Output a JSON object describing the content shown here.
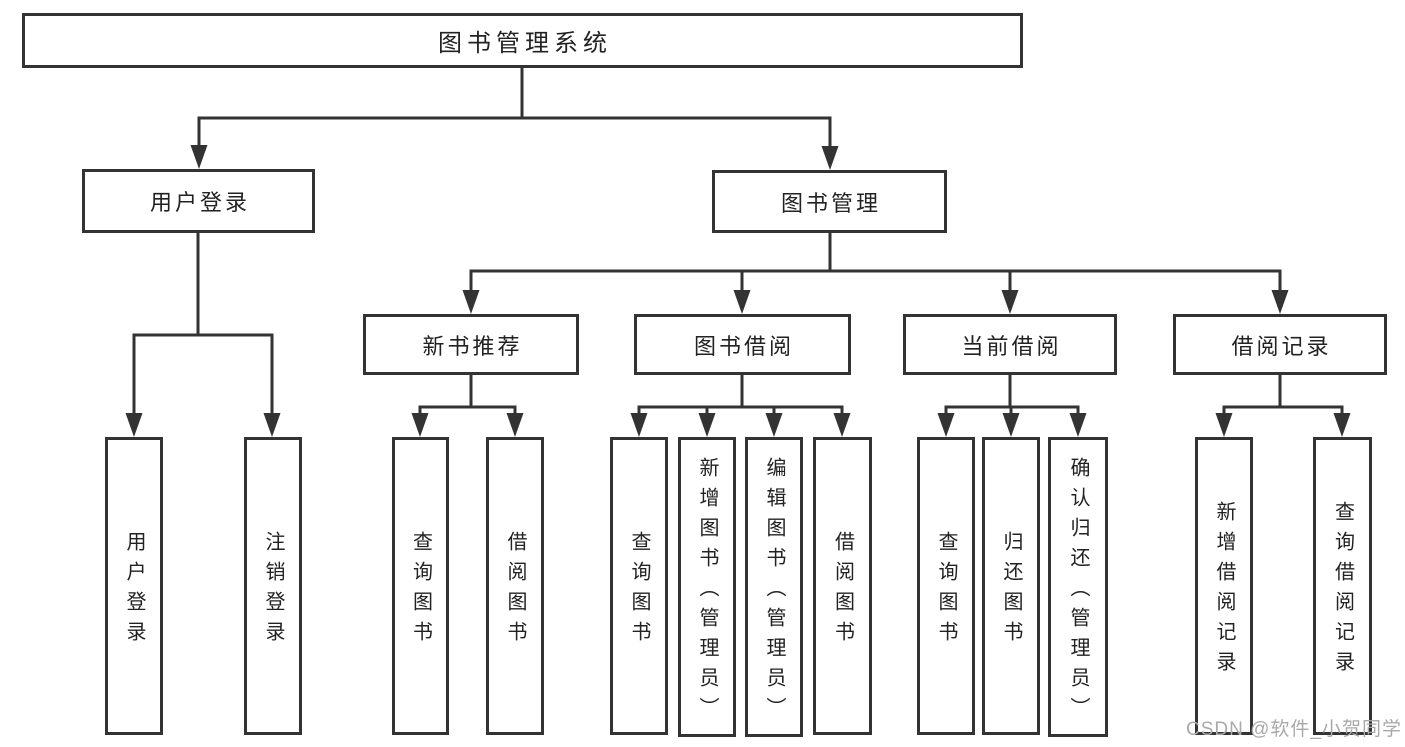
{
  "diagram": {
    "root": {
      "label": "图书管理系统"
    },
    "branches": [
      {
        "label": "用户登录",
        "children": [
          {
            "label": "用户登录"
          },
          {
            "label": "注销登录"
          }
        ]
      },
      {
        "label": "图书管理",
        "sections": [
          {
            "label": "新书推荐",
            "children": [
              {
                "label": "查询图书"
              },
              {
                "label": "借阅图书"
              }
            ]
          },
          {
            "label": "图书借阅",
            "children": [
              {
                "label": "查询图书"
              },
              {
                "label": "新增图书（管理员）"
              },
              {
                "label": "编辑图书（管理员）"
              },
              {
                "label": "借阅图书"
              }
            ]
          },
          {
            "label": "当前借阅",
            "children": [
              {
                "label": "查询图书"
              },
              {
                "label": "归还图书"
              },
              {
                "label": "确认归还（管理员）"
              }
            ]
          },
          {
            "label": "借阅记录",
            "children": [
              {
                "label": "新增借阅记录"
              },
              {
                "label": "查询借阅记录"
              }
            ]
          }
        ]
      }
    ]
  },
  "watermark": {
    "text": "CSDN @软件_小贺同学"
  },
  "colors": {
    "line": "#333333",
    "box_border": "#333333",
    "text": "#222222",
    "background": "#ffffff",
    "watermark": "#a9a9a9"
  }
}
